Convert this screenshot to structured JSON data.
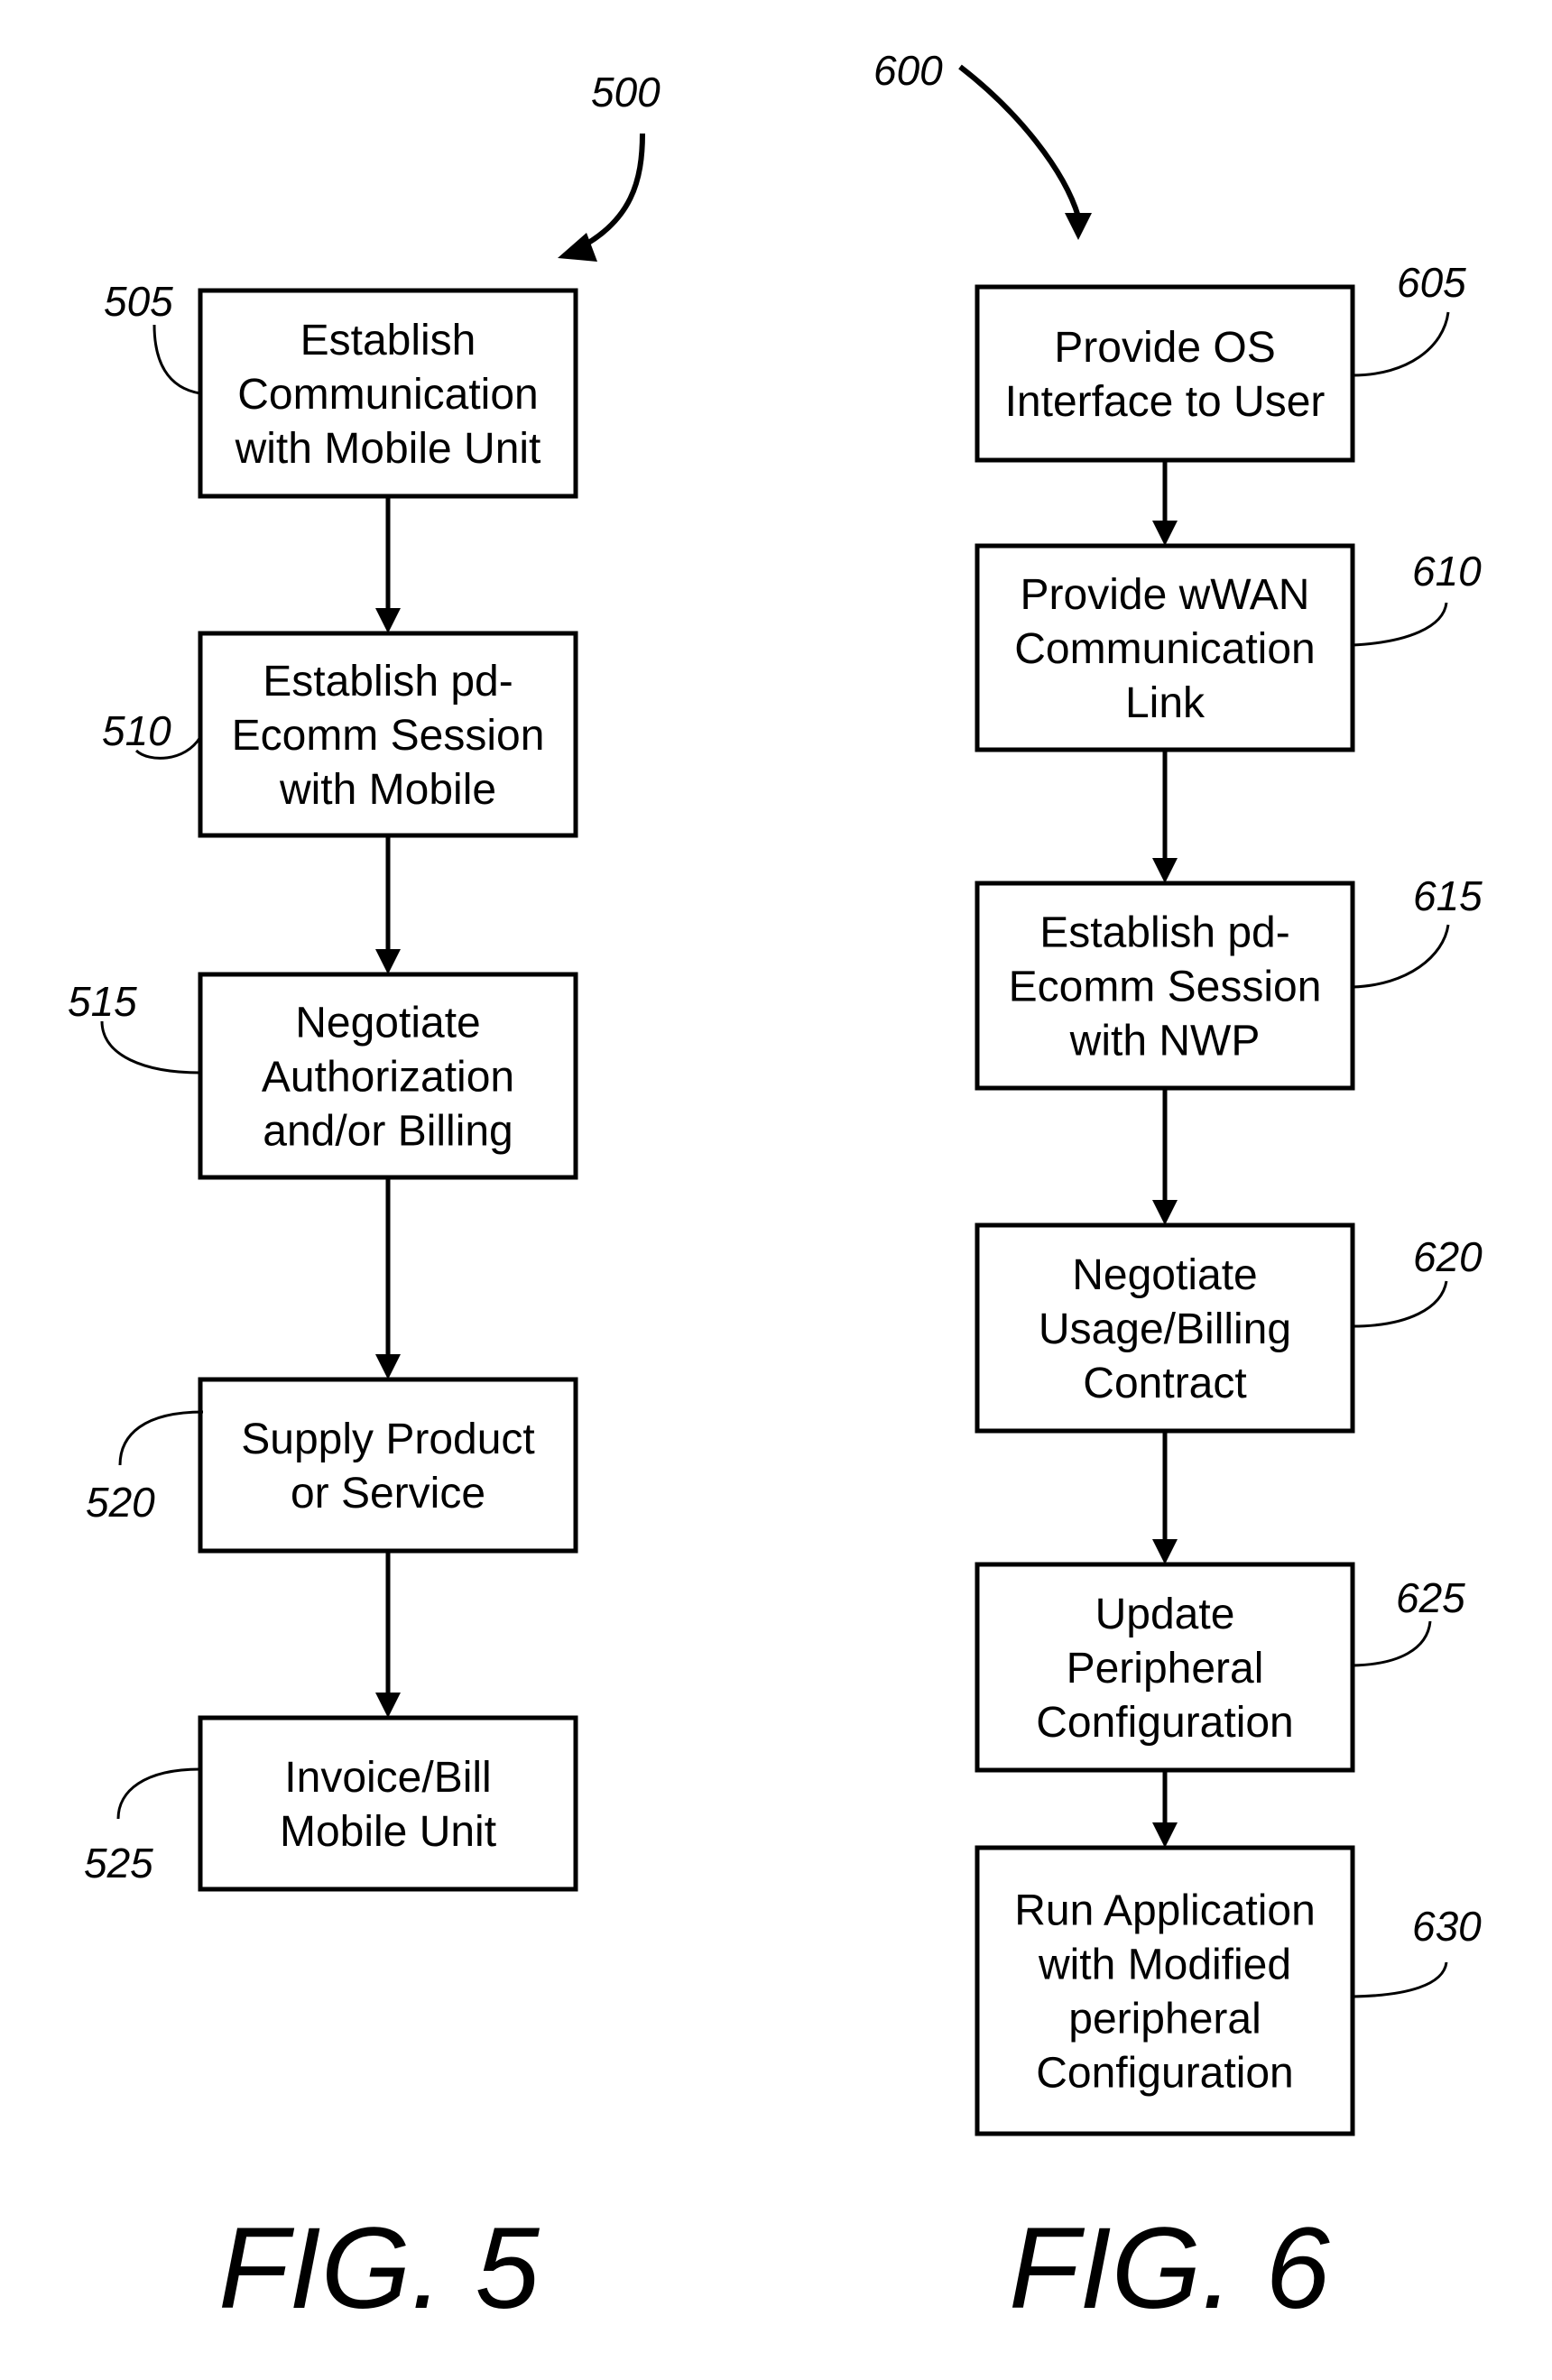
{
  "figures": [
    {
      "id": "fig5",
      "caption": "FIG. 5",
      "reference": "500",
      "steps": [
        {
          "ref": "505",
          "lines": [
            "Establish",
            "Communication",
            "with Mobile Unit"
          ]
        },
        {
          "ref": "510",
          "lines": [
            "Establish pd-",
            "Ecomm Session",
            "with Mobile"
          ]
        },
        {
          "ref": "515",
          "lines": [
            "Negotiate",
            "Authorization",
            "and/or Billing"
          ]
        },
        {
          "ref": "520",
          "lines": [
            "Supply Product",
            "or Service"
          ]
        },
        {
          "ref": "525",
          "lines": [
            "Invoice/Bill",
            "Mobile Unit"
          ]
        }
      ]
    },
    {
      "id": "fig6",
      "caption": "FIG. 6",
      "reference": "600",
      "steps": [
        {
          "ref": "605",
          "lines": [
            "Provide OS",
            "Interface to User"
          ]
        },
        {
          "ref": "610",
          "lines": [
            "Provide wWAN",
            "Communication",
            "Link"
          ]
        },
        {
          "ref": "615",
          "lines": [
            "Establish pd-",
            "Ecomm Session",
            "with NWP"
          ]
        },
        {
          "ref": "620",
          "lines": [
            "Negotiate",
            "Usage/Billing",
            "Contract"
          ]
        },
        {
          "ref": "625",
          "lines": [
            "Update",
            "Peripheral",
            "Configuration"
          ]
        },
        {
          "ref": "630",
          "lines": [
            "Run Application",
            "with Modified",
            "peripheral",
            "Configuration"
          ]
        }
      ]
    }
  ]
}
